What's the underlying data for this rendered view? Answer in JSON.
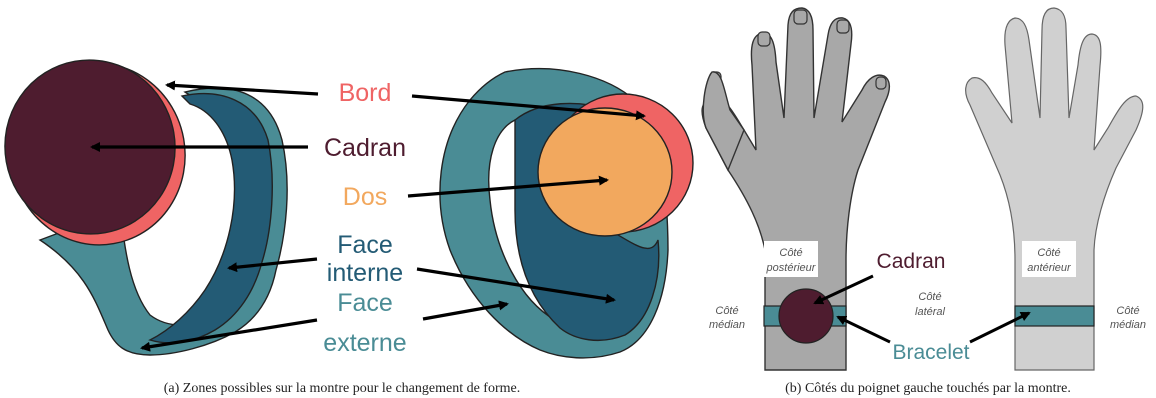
{
  "colors": {
    "strap_outer": "#4a8c95",
    "strap_inner": "#235b75",
    "dial": "#4e1c2f",
    "rim": "#ef6464",
    "back": "#f2a85e",
    "hand_back": "#a8a8a8",
    "hand_palm": "#d0d0d0",
    "band": "#4a8c95"
  },
  "diagram_a": {
    "labels": {
      "bord": "Bord",
      "cadran": "Cadran",
      "dos": "Dos",
      "face_interne_1": "Face",
      "face_interne_2": "interne",
      "face_externe_1": "Face",
      "face_externe_2": "externe"
    },
    "caption": "(a)  Zones possibles sur la montre pour le changement de forme."
  },
  "diagram_b": {
    "labels": {
      "cadran": "Cadran",
      "bracelet": "Bracelet",
      "posterieur_1": "Côté",
      "posterieur_2": "postérieur",
      "anterieur_1": "Côté",
      "anterieur_2": "antérieur",
      "median_left_1": "Côté",
      "median_left_2": "médian",
      "lateral_1": "Côté",
      "lateral_2": "latéral",
      "median_right_1": "Côté",
      "median_right_2": "médian"
    },
    "caption": "(b)  Côtés du poignet gauche touchés par la montre."
  }
}
